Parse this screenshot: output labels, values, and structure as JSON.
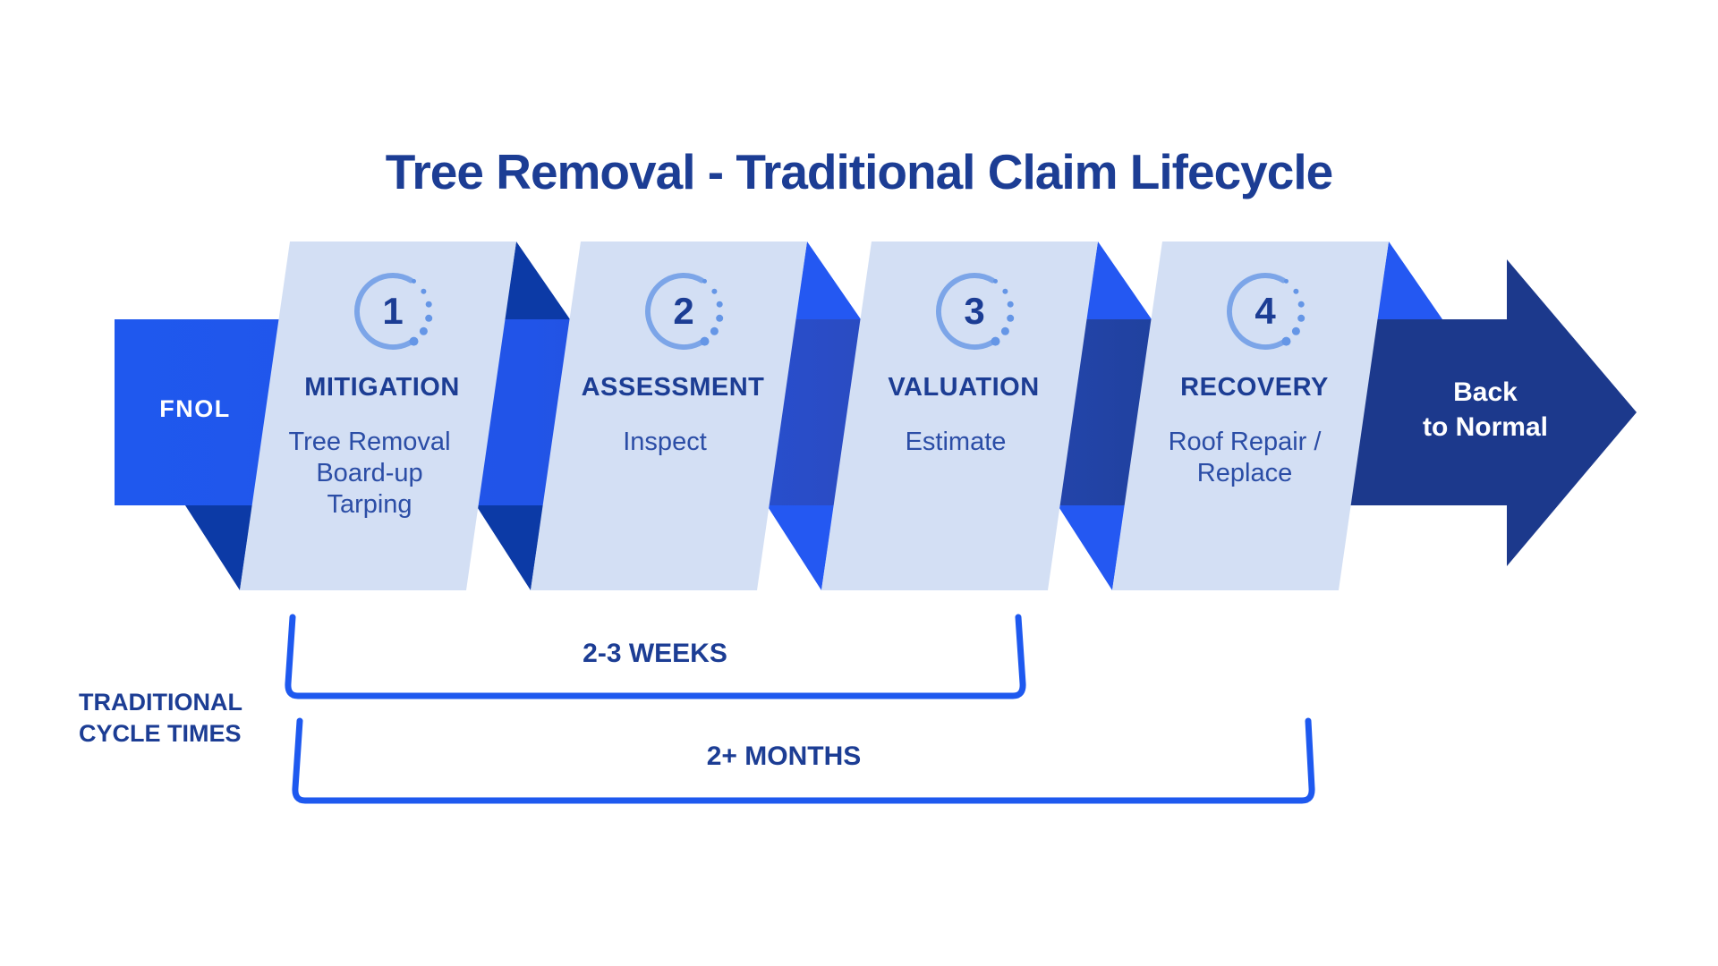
{
  "title": "Tree Removal - Traditional  Claim Lifecycle",
  "fnol_label": "FNOL",
  "panels": [
    {
      "number": "1",
      "heading": "MITIGATION",
      "lines": [
        "Tree Removal",
        "Board-up",
        "Tarping"
      ]
    },
    {
      "number": "2",
      "heading": "ASSESSMENT",
      "lines": [
        "Inspect"
      ]
    },
    {
      "number": "3",
      "heading": "VALUATION",
      "lines": [
        "Estimate"
      ]
    },
    {
      "number": "4",
      "heading": "RECOVERY",
      "lines": [
        "Roof Repair /",
        "Replace"
      ]
    }
  ],
  "arrow": {
    "line1": "Back",
    "line2": "to Normal"
  },
  "cycle_times": {
    "label_line1": "TRADITIONAL",
    "label_line2": "CYCLE TIMES",
    "bracket1": "2-3 WEEKS",
    "bracket2": "2+ MONTHS"
  },
  "theme": {
    "navy_text": "#1C3D94",
    "body_text": "#2B4DA6",
    "panel": "#D3DFF4",
    "bright": "#1E59EF",
    "dark_fold": "#0C3AA6",
    "bright_fold": "#2458F2",
    "arrow_navy": "#1C398C",
    "ribbon_start": "#1F58EE",
    "ribbon_mid": "#2A4CC4",
    "arc": "#7CA5E8",
    "dot": "#6596E6",
    "label_white": "#FFFFFF"
  }
}
